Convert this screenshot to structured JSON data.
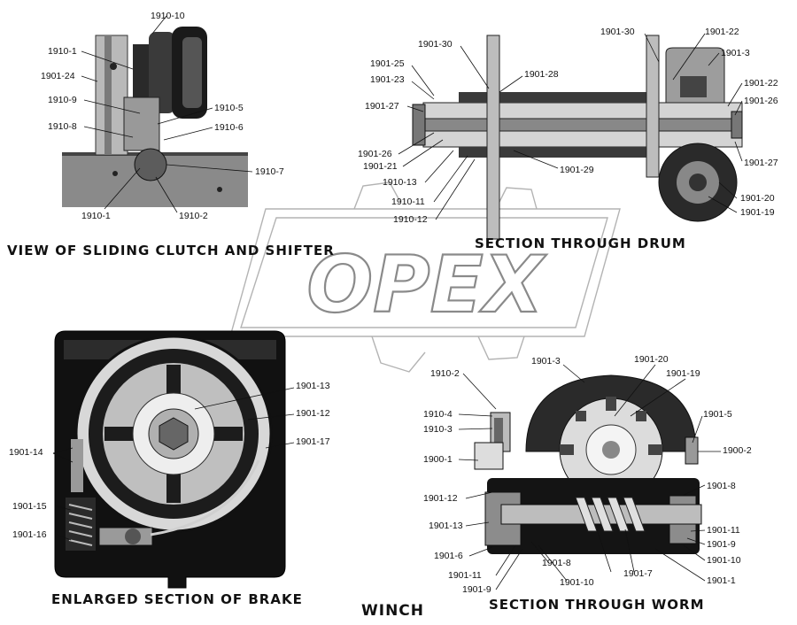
{
  "captions": {
    "clutch": "VIEW OF SLIDING CLUTCH AND SHIFTER",
    "drum": "SECTION THROUGH DRUM",
    "brake": "ENLARGED SECTION OF BRAKE",
    "winch": "WINCH",
    "worm": "SECTION THROUGH WORM"
  },
  "watermark": "OPEX",
  "clutch_labels": [
    "1910-10",
    "1910-1",
    "1901-24",
    "1910-9",
    "1910-5",
    "1910-8",
    "1910-6",
    "1910-7",
    "1910-1",
    "1910-2"
  ],
  "drum_labels": [
    "1901-30",
    "1901-30",
    "1901-22",
    "1901-25",
    "1901-28",
    "1901-3",
    "1901-23",
    "1901-22",
    "1901-27",
    "1901-26",
    "1901-26",
    "1901-21",
    "1901-29",
    "1901-27",
    "1910-13",
    "1910-11",
    "1901-20",
    "1910-12",
    "1901-19"
  ],
  "brake_labels": [
    "1901-13",
    "1901-12",
    "1901-17",
    "1901-14",
    "1901-15",
    "1901-16"
  ],
  "worm_labels": [
    "1910-2",
    "1901-3",
    "1901-20",
    "1901-19",
    "1910-4",
    "1910-3",
    "1901-5",
    "1900-1",
    "1900-2",
    "1901-12",
    "1901-8",
    "1901-13",
    "1901-11",
    "1901-9",
    "1901-6",
    "1901-10",
    "1901-8",
    "1901-7",
    "1901-11",
    "1901-10",
    "1901-1",
    "1901-9"
  ],
  "colors": {
    "ink": "#111111",
    "metal_dark": "#1b1b1b",
    "metal_mid": "#6e6e6e",
    "metal_light": "#c9c9c9",
    "watermark": "#9a9a9a"
  }
}
